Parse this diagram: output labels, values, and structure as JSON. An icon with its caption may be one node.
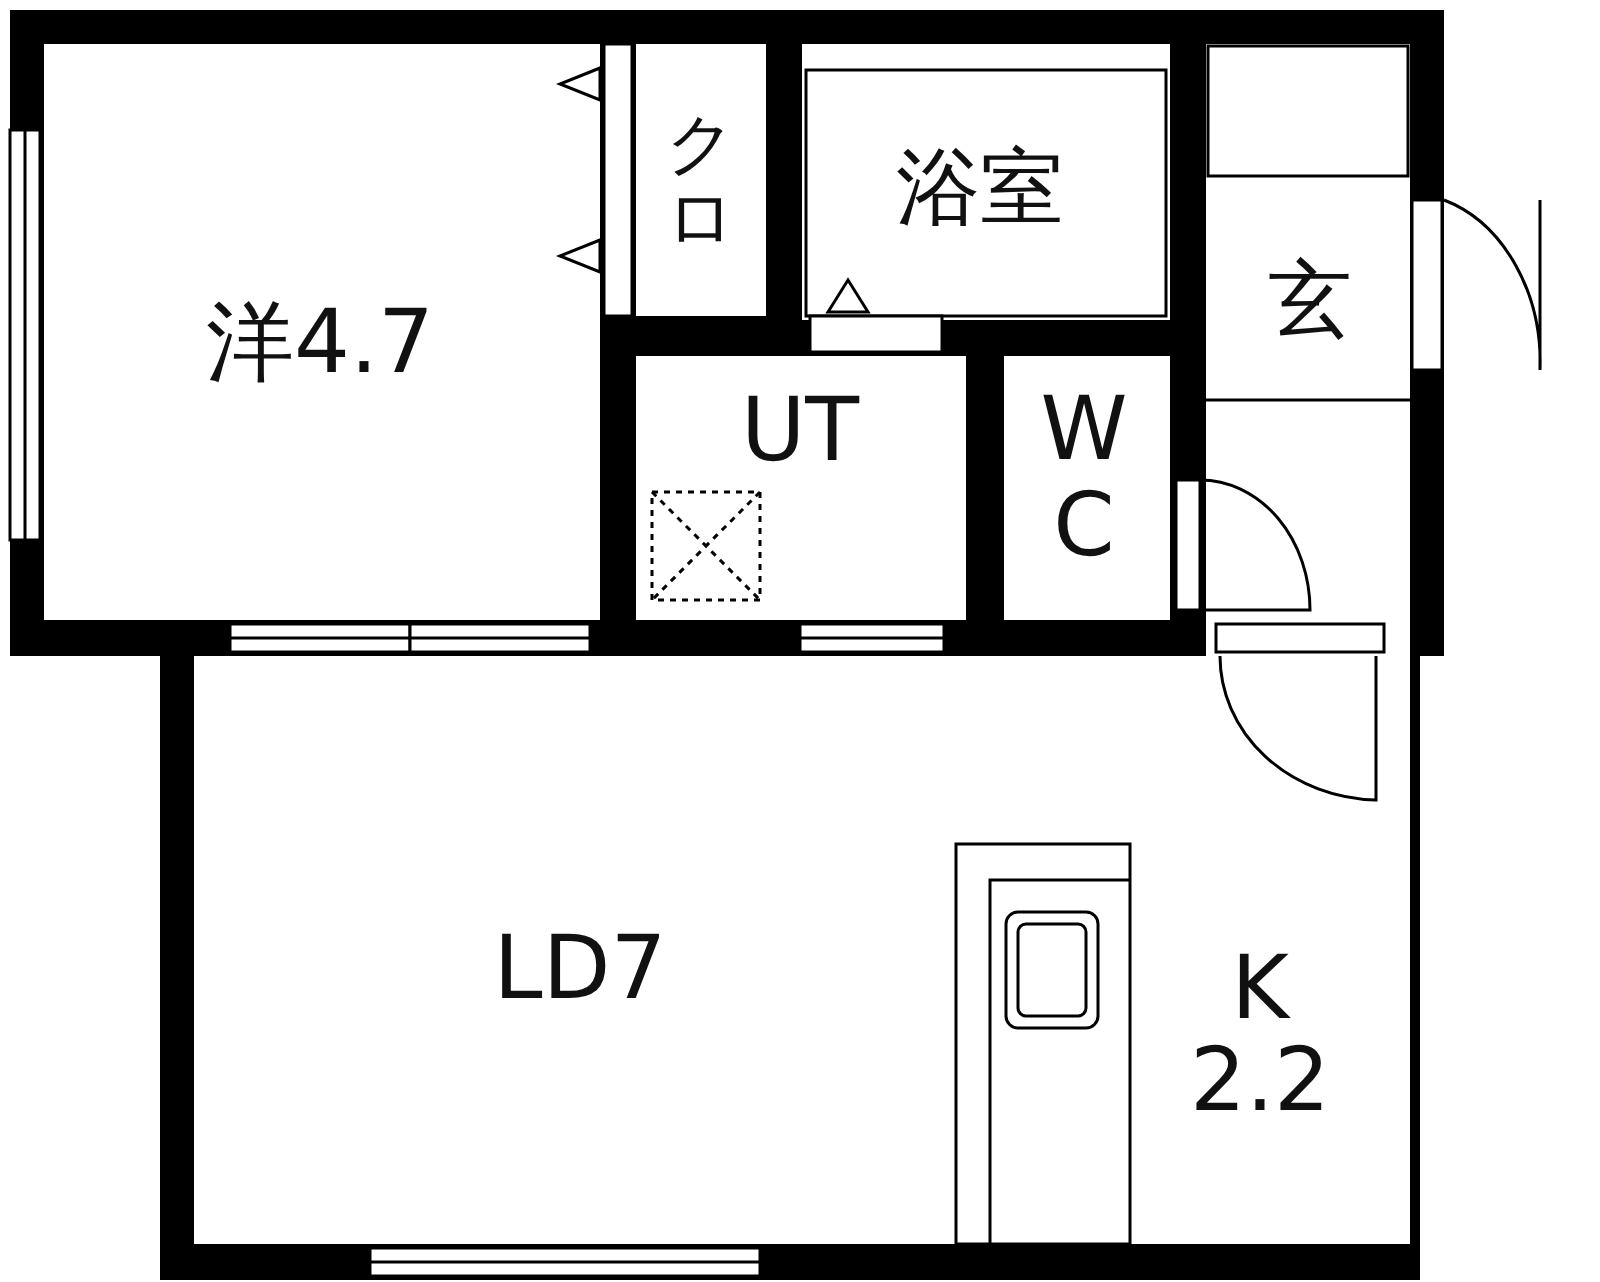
{
  "diagram": {
    "nodes": [
      {
        "text": [
          "洋4.7"
        ]
      },
      {
        "text": [
          "クロ"
        ]
      },
      {
        "text": [
          "浴室"
        ]
      },
      {
        "text": [
          "玄"
        ]
      },
      {
        "text": [
          "UT"
        ]
      },
      {
        "text": [
          "W C"
        ]
      },
      {
        "text": [
          "LD7"
        ]
      },
      {
        "text": [
          "K 2.2"
        ]
      }
    ]
  }
}
